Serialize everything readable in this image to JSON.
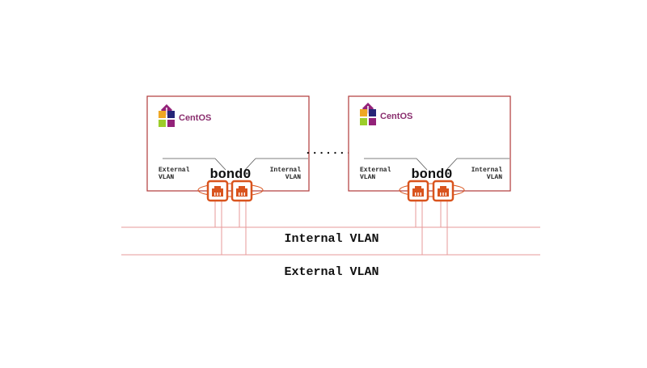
{
  "colors": {
    "server_border": "#b03a3a",
    "wire": "#e79a9a",
    "port": "#d9541e",
    "logo_text": "#8a2e6e"
  },
  "servers": [
    {
      "logo_text": "CentOS",
      "external_label": [
        "External",
        "VLAN"
      ],
      "internal_label": [
        "Internal",
        "VLAN"
      ],
      "bond_label": "bond0"
    },
    {
      "logo_text": "CentOS",
      "external_label": [
        "External",
        "VLAN"
      ],
      "internal_label": [
        "Internal",
        "VLAN"
      ],
      "bond_label": "bond0"
    }
  ],
  "ellipsis": ".......",
  "networks": {
    "internal": "Internal VLAN",
    "external": "External VLAN"
  },
  "icons": [
    "centos-logo-icon",
    "ethernet-port-icon"
  ]
}
